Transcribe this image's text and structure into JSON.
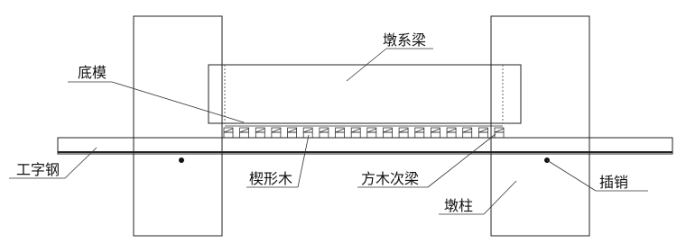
{
  "labels": {
    "pier_tie_beam": "墩系梁",
    "bottom_form": "底模",
    "i_beam": "工字钢",
    "wedge_wood": "楔形木",
    "timber_secondary_beam": "方木次梁",
    "pin": "插销",
    "pier_column": "墩柱"
  },
  "blocks": {
    "count": 18
  }
}
